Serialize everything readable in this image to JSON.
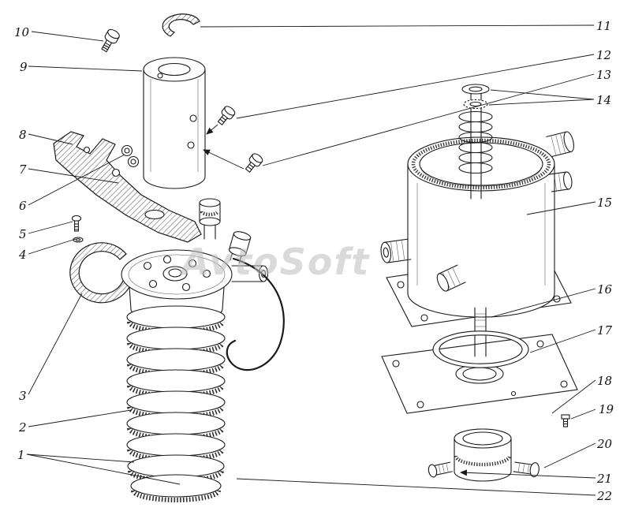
{
  "watermark": "AvtoSoft",
  "colors": {
    "background": "#ffffff",
    "line": "#1a1a1a",
    "watermark": "#bdbdbd"
  },
  "callouts": {
    "left": [
      {
        "num": "10"
      },
      {
        "num": "9"
      },
      {
        "num": "8"
      },
      {
        "num": "7"
      },
      {
        "num": "6"
      },
      {
        "num": "5"
      },
      {
        "num": "4"
      },
      {
        "num": "3"
      },
      {
        "num": "2"
      },
      {
        "num": "1"
      }
    ],
    "right": [
      {
        "num": "11"
      },
      {
        "num": "12"
      },
      {
        "num": "13"
      },
      {
        "num": "14"
      },
      {
        "num": "15"
      },
      {
        "num": "16"
      },
      {
        "num": "17"
      },
      {
        "num": "18"
      },
      {
        "num": "19"
      },
      {
        "num": "20"
      },
      {
        "num": "21"
      },
      {
        "num": "22"
      }
    ]
  }
}
